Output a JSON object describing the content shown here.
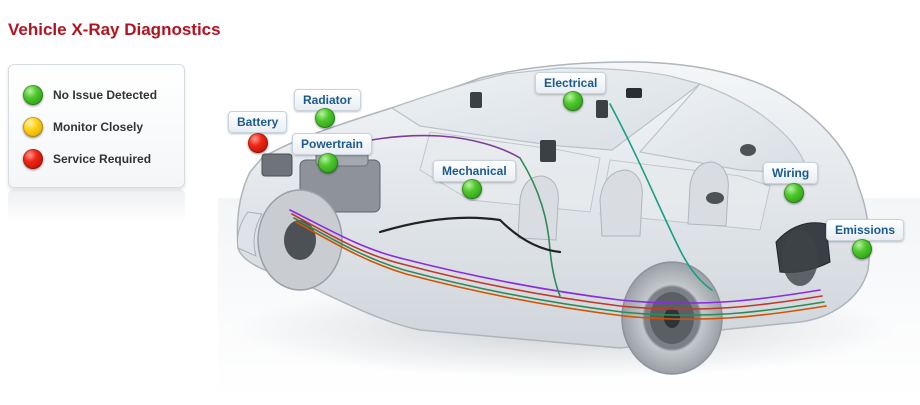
{
  "title": "Vehicle X-Ray Diagnostics",
  "legend": [
    {
      "label": "No Issue Detected",
      "status": "green"
    },
    {
      "label": "Monitor Closely",
      "status": "yellow"
    },
    {
      "label": "Service Required",
      "status": "red"
    }
  ],
  "systems": [
    {
      "label": "Battery",
      "status": "red"
    },
    {
      "label": "Radiator",
      "status": "green"
    },
    {
      "label": "Powertrain",
      "status": "green"
    },
    {
      "label": "Mechanical",
      "status": "green"
    },
    {
      "label": "Electrical",
      "status": "green"
    },
    {
      "label": "Wiring",
      "status": "green"
    },
    {
      "label": "Emissions",
      "status": "green"
    }
  ],
  "colors": {
    "title": "#b3121f",
    "label_text": "#1b5a8e",
    "green": "#3fbf25",
    "yellow": "#ffd21a",
    "red": "#f02615"
  },
  "icons": [
    "status-light-icon",
    "car-xray-illustration"
  ]
}
